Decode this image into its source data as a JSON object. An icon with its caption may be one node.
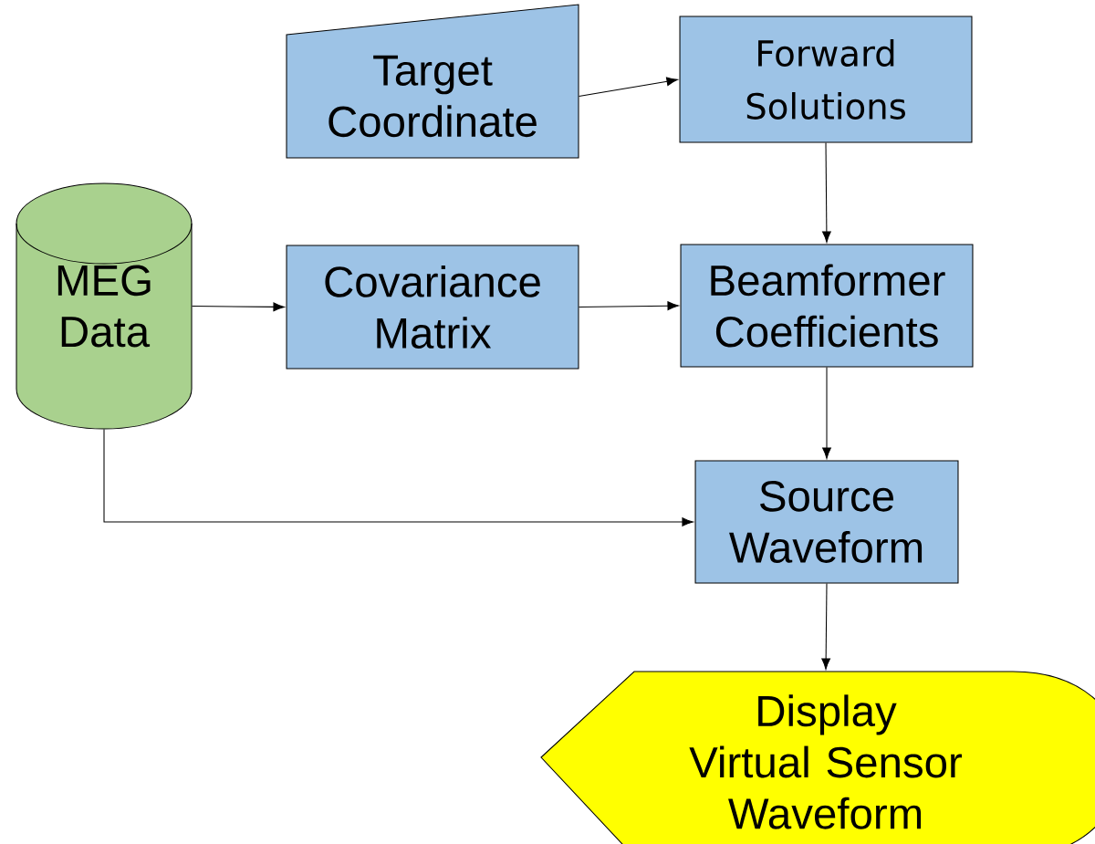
{
  "diagram": {
    "nodes": [
      {
        "text": [
          "Target Coordinate"
        ]
      },
      {
        "text": [
          "Forward Solutions"
        ]
      },
      {
        "text": [
          "MEG Data"
        ]
      },
      {
        "text": [
          "Covariance Matrix"
        ]
      },
      {
        "text": [
          "Beamformer Coefficients"
        ]
      },
      {
        "text": [
          "Source Waveform"
        ]
      },
      {
        "text": [
          "Display Virtual Sensor Waveform"
        ]
      }
    ],
    "edges": [
      {
        "from": 0,
        "to": 1,
        "arrow": "to"
      },
      {
        "from": 1,
        "to": 4,
        "arrow": "to"
      },
      {
        "from": 2,
        "to": 3,
        "arrow": "to"
      },
      {
        "from": 3,
        "to": 4,
        "arrow": "to"
      },
      {
        "from": 4,
        "to": 5,
        "arrow": "to"
      },
      {
        "from": 2,
        "to": 5,
        "arrow": "to"
      },
      {
        "from": 5,
        "to": 6,
        "arrow": "to"
      }
    ]
  }
}
